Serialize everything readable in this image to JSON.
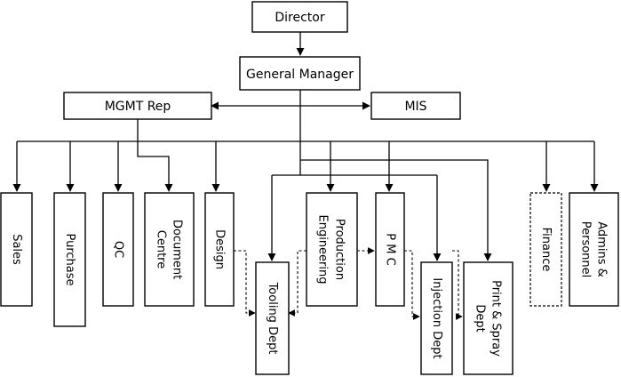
{
  "org_chart": {
    "director": "Director",
    "general_manager": "General Manager",
    "mgmt_rep": "MGMT Rep",
    "mis": "MIS",
    "departments": {
      "sales": "Sales",
      "purchase": "Purchase",
      "qc": "QC",
      "document_centre": [
        "Document",
        "Centre"
      ],
      "design": "Design",
      "tooling_dept": "Tooling Dept",
      "production_engineering": [
        "Production",
        "Engineering"
      ],
      "pmc": "P M C",
      "injection_dept": "Injection Dept",
      "print_spray_dept": [
        "Print & Spray",
        "Dept"
      ],
      "finance": "Finance",
      "admins_personnel": [
        "Admins &",
        "Personnel"
      ]
    }
  },
  "colors": {
    "line": "#000000",
    "box_fill": "#ffffff"
  }
}
